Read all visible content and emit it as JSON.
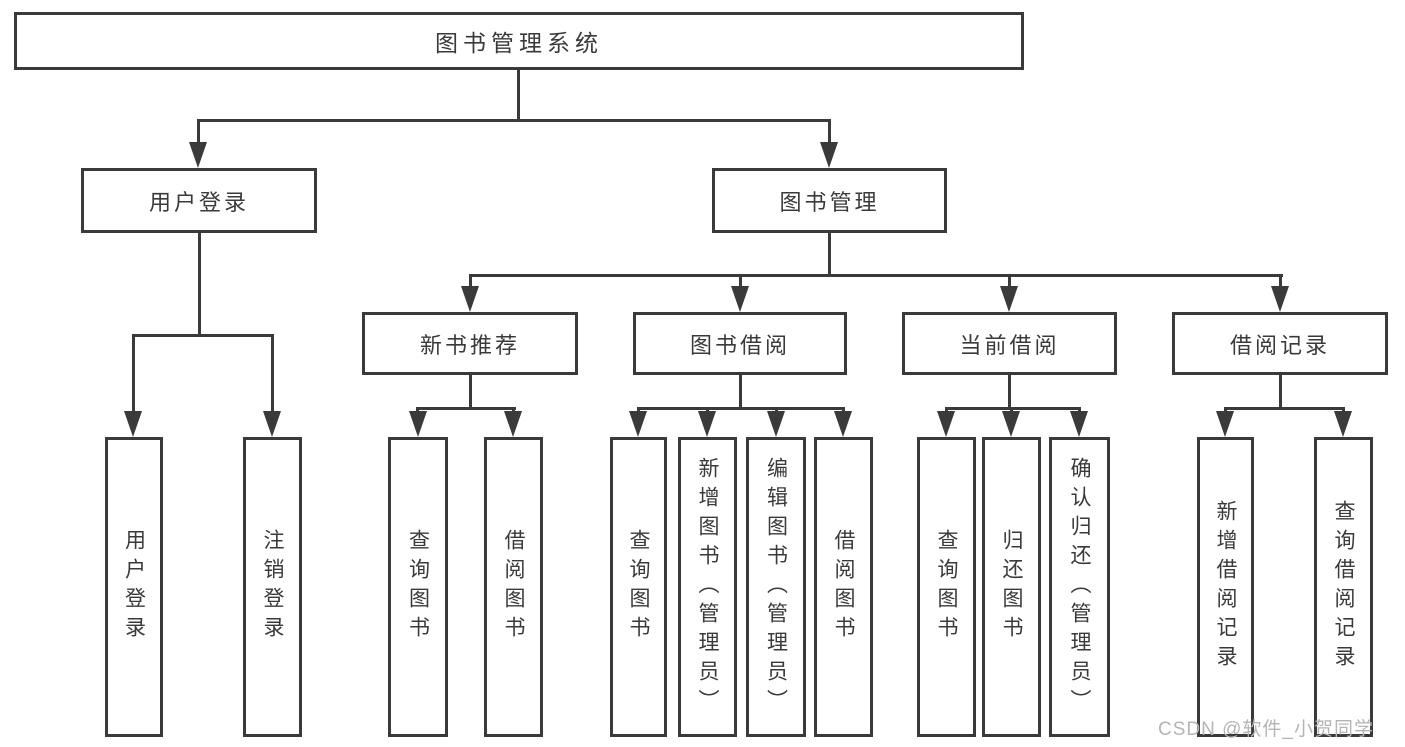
{
  "watermark": "CSDN @软件_小贺同学",
  "colors": {
    "line": "#3a3a3a",
    "text": "#3a3a3a",
    "box_background": "#ffffff",
    "watermark": "#b5b5b5",
    "page_background": "#ffffff"
  },
  "nodes": {
    "root": {
      "label": "图书管理系统"
    },
    "user_login": {
      "label": "用户登录"
    },
    "book_management": {
      "label": "图书管理"
    },
    "new_book_recommendation": {
      "label": "新书推荐"
    },
    "book_borrowing": {
      "label": "图书借阅"
    },
    "current_borrowing": {
      "label": "当前借阅"
    },
    "borrowing_records": {
      "label": "借阅记录"
    },
    "user_login_leaf": {
      "label": "用户登录"
    },
    "logout_leaf": {
      "label": "注销登录"
    },
    "nb_query_books": {
      "label": "查询图书"
    },
    "nb_borrow_books": {
      "label": "借阅图书"
    },
    "bb_query_books": {
      "label": "查询图书"
    },
    "bb_add_books_admin": {
      "label": "新增图书（管理员）"
    },
    "bb_edit_books_admin": {
      "label": "编辑图书（管理员）"
    },
    "bb_borrow_books": {
      "label": "借阅图书"
    },
    "cb_query_books": {
      "label": "查询图书"
    },
    "cb_return_books": {
      "label": "归还图书"
    },
    "cb_confirm_return_admin": {
      "label": "确认归还（管理员）"
    },
    "br_add_record": {
      "label": "新增借阅记录"
    },
    "br_query_record": {
      "label": "查询借阅记录"
    }
  },
  "edges": [
    [
      "root",
      "user_login"
    ],
    [
      "root",
      "book_management"
    ],
    [
      "user_login",
      "user_login_leaf"
    ],
    [
      "user_login",
      "logout_leaf"
    ],
    [
      "book_management",
      "new_book_recommendation"
    ],
    [
      "book_management",
      "book_borrowing"
    ],
    [
      "book_management",
      "current_borrowing"
    ],
    [
      "book_management",
      "borrowing_records"
    ],
    [
      "new_book_recommendation",
      "nb_query_books"
    ],
    [
      "new_book_recommendation",
      "nb_borrow_books"
    ],
    [
      "book_borrowing",
      "bb_query_books"
    ],
    [
      "book_borrowing",
      "bb_add_books_admin"
    ],
    [
      "book_borrowing",
      "bb_edit_books_admin"
    ],
    [
      "book_borrowing",
      "bb_borrow_books"
    ],
    [
      "current_borrowing",
      "cb_query_books"
    ],
    [
      "current_borrowing",
      "cb_return_books"
    ],
    [
      "current_borrowing",
      "cb_confirm_return_admin"
    ],
    [
      "borrowing_records",
      "br_add_record"
    ],
    [
      "borrowing_records",
      "br_query_record"
    ]
  ]
}
